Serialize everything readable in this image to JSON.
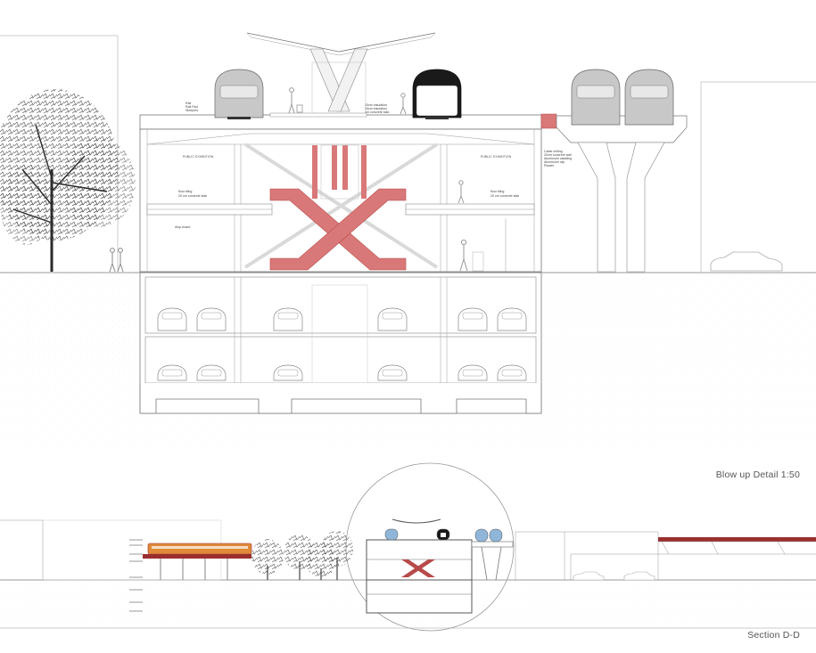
{
  "captions": {
    "blow_up": "Blow up Detail 1:50",
    "section": "Section D-D"
  },
  "annotations": {
    "track_stack": [
      "Rail",
      "Rail Pad",
      "Sleepers"
    ],
    "roof_stack": [
      "10cm insulation",
      "10cm insulation",
      "1m concrete slab"
    ],
    "exhibition_left": "PUBLIC EXHIBITION",
    "exhibition_right": "PUBLIC EXHIBITION",
    "floor_left": [
      "floor tiling",
      "20 cm concrete slab"
    ],
    "floor_right": [
      "floor tiling",
      "20 cm concrete slab"
    ],
    "drop_board": "drop board",
    "facade_stack": [
      "Cable ceiling",
      "20cm concrete wall",
      "Aluminium cladding",
      "Aluminium clip",
      "Plaster"
    ]
  },
  "colors": {
    "escalator": "#d97878",
    "escalator_dark": "#b84a4a",
    "train_dark": "#1a1a1a",
    "train_grey": "#c8c8c8",
    "rail_red": "#9b2f2f",
    "train_orange": "#e08a3a",
    "pod_blue": "#8fb6d8",
    "line": "#777777"
  },
  "icons": [
    "tree-icon",
    "person-icon",
    "car-icon",
    "train-icon"
  ]
}
